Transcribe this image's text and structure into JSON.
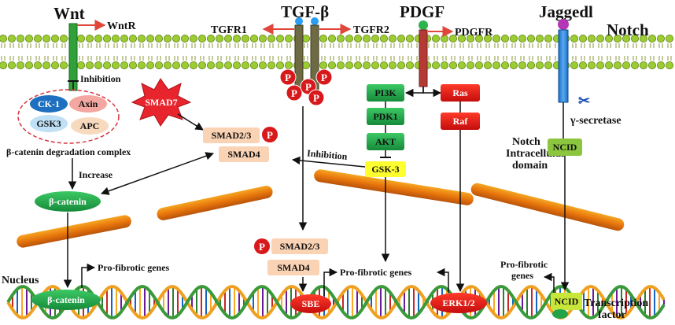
{
  "ligands": {
    "wnt": "Wnt",
    "tgfb": "TGF-β",
    "pdgf": "PDGF",
    "jagged": "Jaggedl",
    "notch": "Notch"
  },
  "receptors": {
    "wntr": "WntR",
    "tgfr1": "TGFR1",
    "tgfr2": "TGFR2",
    "pdgfr": "PDGFR"
  },
  "wnt_pathway": {
    "inhibition": "Inhibition",
    "ck1": "CK-1",
    "axin": "Axin",
    "gsk3": "GSK3",
    "apc": "APC",
    "complex_label": "β-catenin degradation complex",
    "increase": "Increase",
    "beta_catenin": "β-catenin",
    "beta_catenin_nuclear": "β-catenin"
  },
  "tgf_pathway": {
    "smad7": "SMAD7",
    "smad23": "SMAD2/3",
    "smad4": "SMAD4",
    "smad23_nuclear": "SMAD2/3",
    "smad4_nuclear": "SMAD4",
    "sbe": "SBE",
    "p": "P"
  },
  "pdgf_pathway": {
    "pi3k": "PI3K",
    "pdk1": "PDK1",
    "akt": "AKT",
    "gsk3": "GSK-3",
    "ras": "Ras",
    "raf": "Raf",
    "erk": "ERK1/2",
    "inhibition": "Inhibition"
  },
  "notch_pathway": {
    "gamma_secretase": "γ-secretase",
    "nicd_desc_1": "Notch",
    "nicd_desc_2": "Intracellular",
    "nicd_desc_3": "domain",
    "nicd": "NCID",
    "nicd_nuclear": "NCID",
    "tf_1": "Transcription",
    "tf_2": "factor"
  },
  "nucleus": {
    "label": "Nucleus",
    "genes_wnt": "Pro-fibrotic genes",
    "genes_center": "Pro-fibrotic genes",
    "genes_notch_1": "Pro-fibrotic",
    "genes_notch_2": "genes"
  },
  "colors": {
    "membrane_head": "#9acd32",
    "green_node": "#22a348",
    "red_node": "#e01b1b",
    "smad_fill": "#fad2b4",
    "fiber": "#e8760c",
    "arrow_red": "#e0463a"
  }
}
